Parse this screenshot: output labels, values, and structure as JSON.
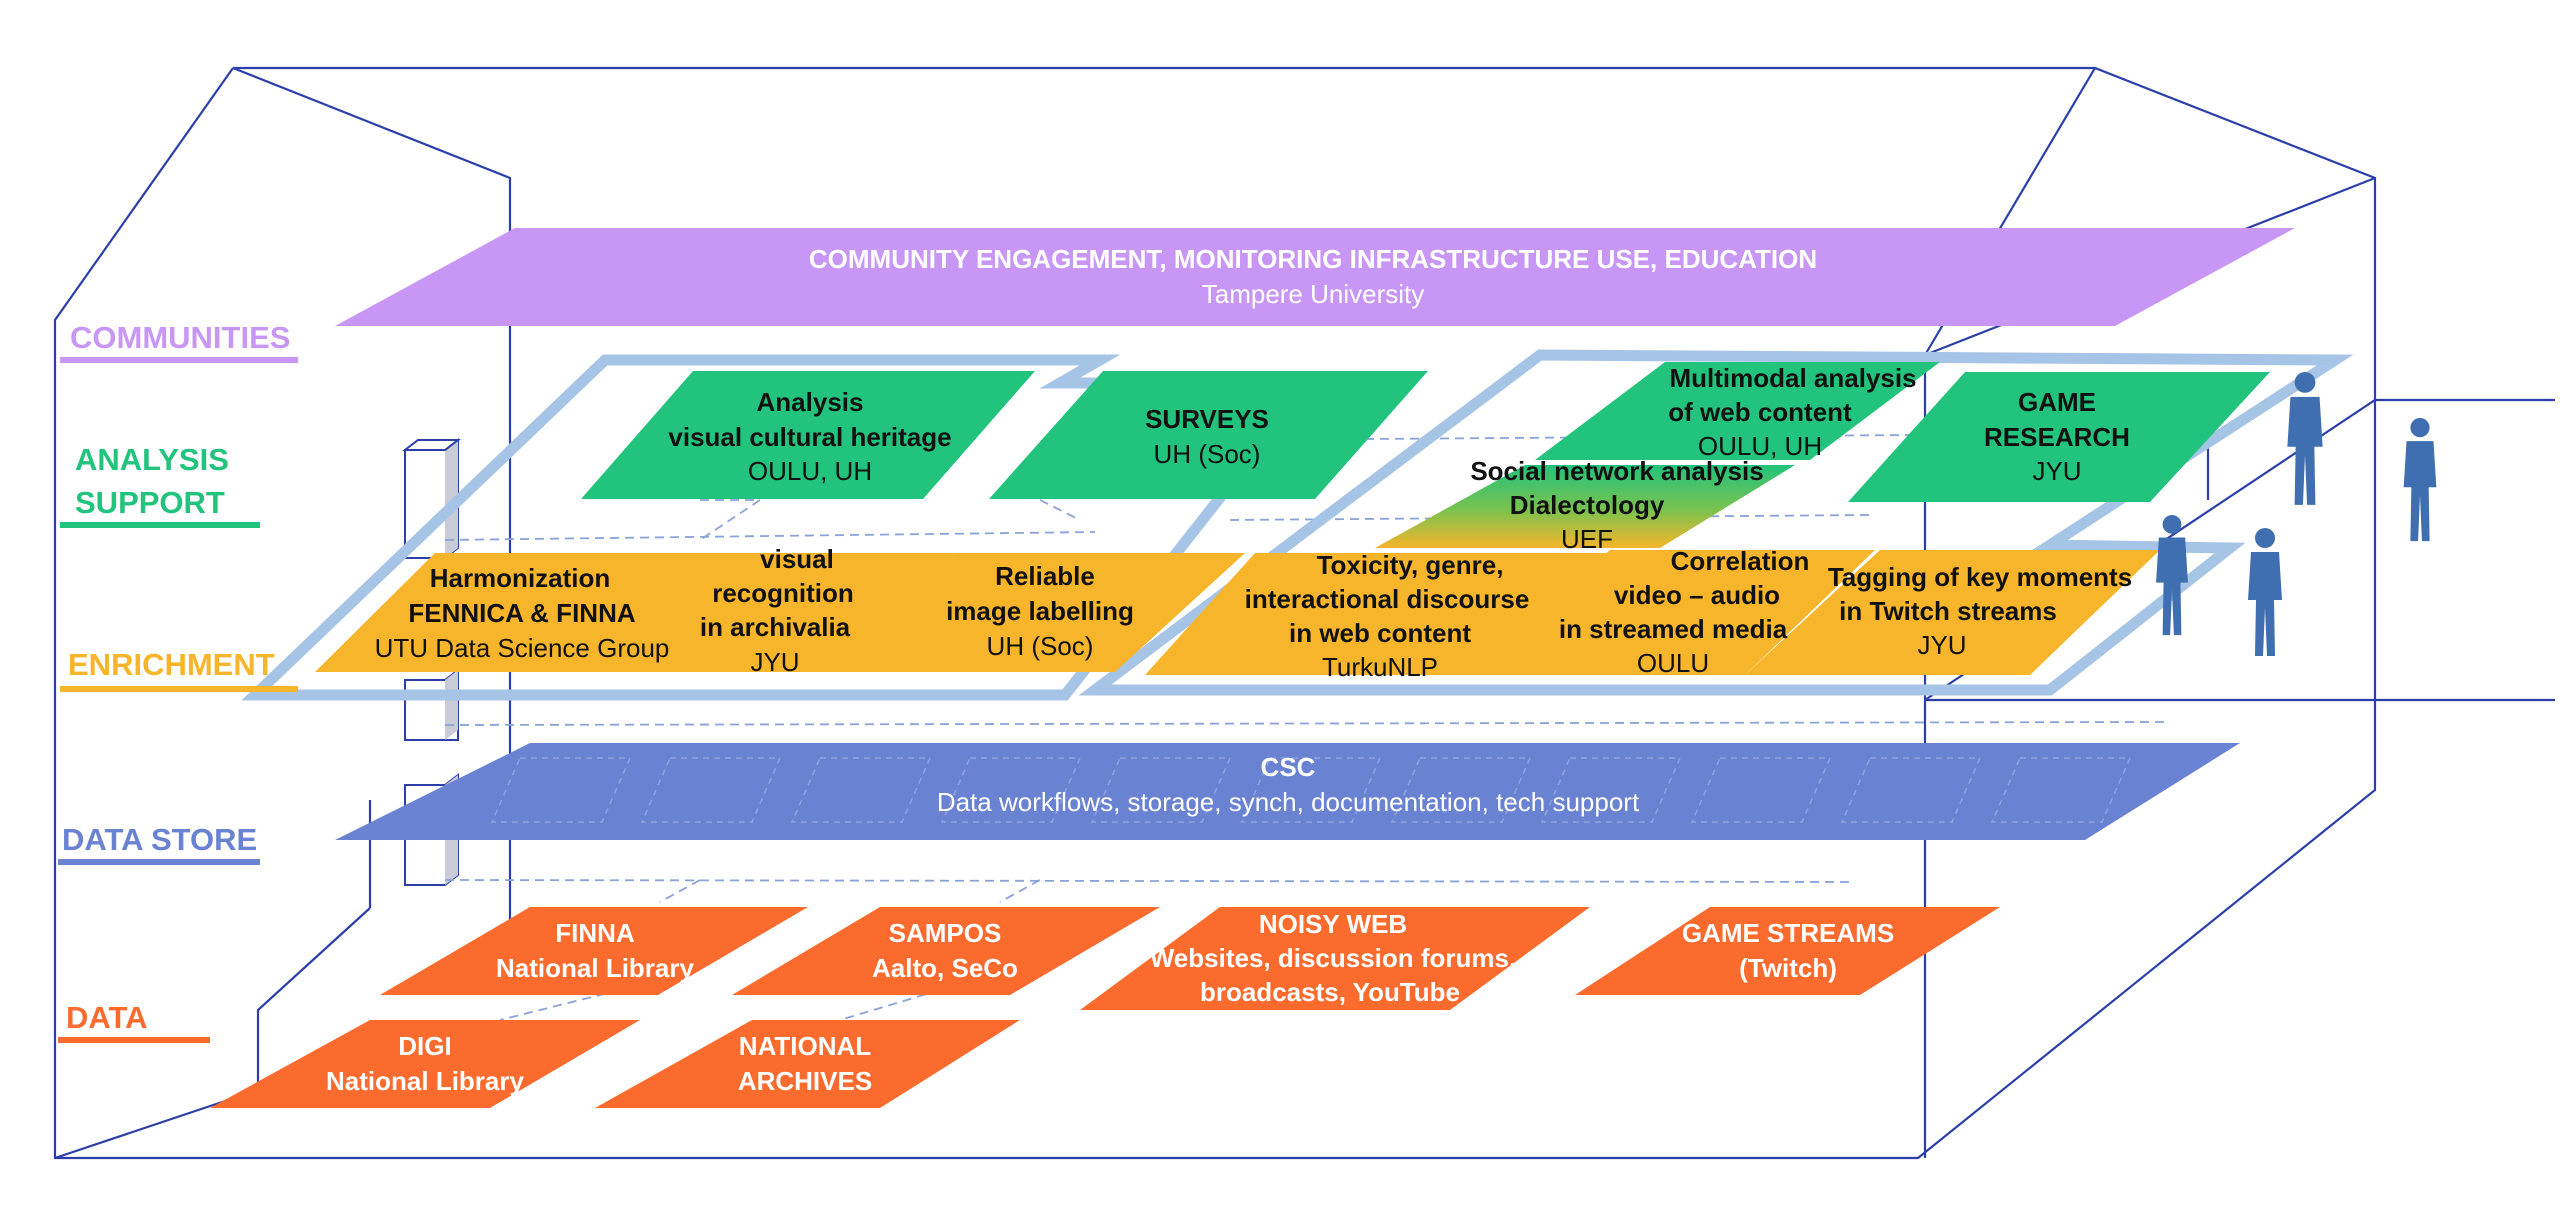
{
  "colors": {
    "communities": "#c897f5",
    "analysis": "#22c37c",
    "enrichment": "#f6b52a",
    "data_store": "#6a82d2",
    "data": "#fb6b2e",
    "wireframe": "#2b3faa",
    "frame": "#a6c4e6",
    "people": "#3f6fb0"
  },
  "labels": {
    "communities": "COMMUNITIES",
    "analysis_1": "ANALYSIS",
    "analysis_2": "SUPPORT",
    "enrichment": "ENRICHMENT",
    "data_store": "DATA STORE",
    "data": "DATA"
  },
  "communities": {
    "title": "COMMUNITY ENGAGEMENT, MONITORING INFRASTRUCTURE USE, EDUCATION",
    "org": "Tampere University"
  },
  "analysis": {
    "visual": {
      "line1": "Analysis",
      "line2": "visual cultural heritage",
      "org": "OULU, UH"
    },
    "surveys": {
      "line1": "SURVEYS",
      "org": "UH (Soc)"
    },
    "multimodal": {
      "line1": "Multimodal analysis",
      "line2": "of web content",
      "org": "OULU, UH"
    },
    "social": {
      "line1": "Social network analysis",
      "line2": "Dialectology",
      "org": "UEF"
    },
    "game": {
      "line1": "GAME",
      "line2": "RESEARCH",
      "org": "JYU"
    }
  },
  "enrichment": {
    "harmonization": {
      "line1": "Harmonization",
      "line2": "FENNICA & FINNA",
      "org": "UTU Data Science Group"
    },
    "visual_recognition": {
      "line1": "visual",
      "line2": "recognition",
      "line3": "in archivalia",
      "org": "JYU"
    },
    "labelling": {
      "line1": "Reliable",
      "line2": "image labelling",
      "org": "UH (Soc)"
    },
    "toxicity": {
      "line1": "Toxicity, genre,",
      "line2": "interactional discourse",
      "line3": "in web content",
      "org": "TurkuNLP"
    },
    "correlation": {
      "line1": "Correlation",
      "line2": "video – audio",
      "line3": "in streamed media",
      "org": "OULU"
    },
    "tagging": {
      "line1": "Tagging of key moments",
      "line2": "in Twitch streams",
      "org": "JYU"
    }
  },
  "data_store": {
    "title": "CSC",
    "subtitle": "Data workflows, storage, synch, documentation, tech support"
  },
  "data": {
    "finna": {
      "line1": "FINNA",
      "line2": "National Library"
    },
    "sampos": {
      "line1": "SAMPOS",
      "line2": "Aalto, SeCo"
    },
    "noisy_web": {
      "line1": "NOISY WEB",
      "line2": "Websites, discussion forums,",
      "line3": "broadcasts, YouTube"
    },
    "game_streams": {
      "line1": "GAME STREAMS",
      "line2": "(Twitch)"
    },
    "digi": {
      "line1": "DIGI",
      "line2": "National Library"
    },
    "national_archives": {
      "line1": "NATIONAL",
      "line2": "ARCHIVES"
    }
  }
}
